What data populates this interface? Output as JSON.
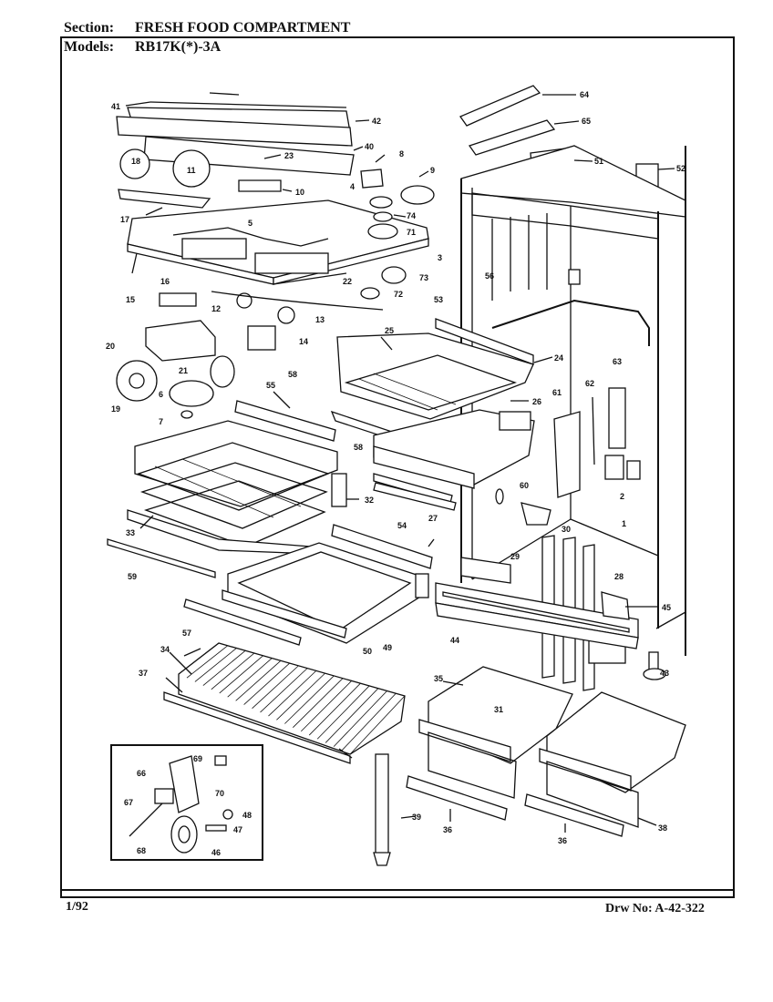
{
  "header": {
    "section_label": "Section:",
    "section_value": "FRESH FOOD COMPARTMENT",
    "models_label": "Models:",
    "models_value": "RB17K(*)-3A"
  },
  "footer": {
    "date": "1/92",
    "drawing_number": "Drw No: A-42-322"
  },
  "callouts": [
    "41",
    "42",
    "40",
    "23",
    "8",
    "9",
    "18",
    "11",
    "10",
    "4",
    "74",
    "17",
    "5",
    "71",
    "3",
    "16",
    "73",
    "22",
    "72",
    "15",
    "12",
    "13",
    "20",
    "14",
    "21",
    "19",
    "6",
    "7",
    "64",
    "65",
    "51",
    "52",
    "56",
    "53",
    "25",
    "24",
    "63",
    "62",
    "61",
    "26",
    "55",
    "58",
    "58",
    "2",
    "60",
    "32",
    "27",
    "1",
    "33",
    "30",
    "29",
    "28",
    "54",
    "59",
    "44",
    "45",
    "57",
    "50",
    "49",
    "34",
    "37",
    "35",
    "31",
    "43",
    "69",
    "66",
    "70",
    "67",
    "48",
    "47",
    "68",
    "46",
    "39",
    "36",
    "36",
    "38"
  ]
}
